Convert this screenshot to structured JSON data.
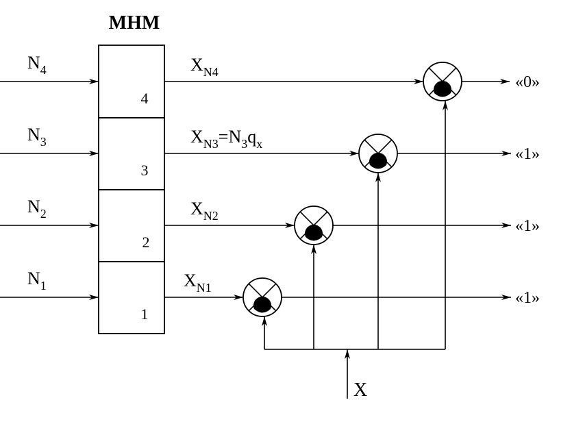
{
  "block": {
    "title": "МНМ",
    "cells": [
      "4",
      "3",
      "2",
      "1"
    ]
  },
  "inputs": [
    {
      "main": "N",
      "sub": "4"
    },
    {
      "main": "N",
      "sub": "3"
    },
    {
      "main": "N",
      "sub": "2"
    },
    {
      "main": "N",
      "sub": "1"
    }
  ],
  "signals": [
    {
      "main": "X",
      "sub": "N4",
      "extra_main": "",
      "extra_sub": "",
      "extra_tail": "",
      "extra_tail_sub": ""
    },
    {
      "main": "X",
      "sub": "N3",
      "extra_main": "=N",
      "extra_sub": "3",
      "extra_tail": "q",
      "extra_tail_sub": "x"
    },
    {
      "main": "X",
      "sub": "N2",
      "extra_main": "",
      "extra_sub": "",
      "extra_tail": "",
      "extra_tail_sub": ""
    },
    {
      "main": "X",
      "sub": "N1",
      "extra_main": "",
      "extra_sub": "",
      "extra_tail": "",
      "extra_tail_sub": ""
    }
  ],
  "outputs": [
    "«0»",
    "«1»",
    "«1»",
    "«1»"
  ],
  "common_input": "X",
  "colors": {
    "stroke": "#000000",
    "background": "#ffffff",
    "fill": "#000000"
  }
}
